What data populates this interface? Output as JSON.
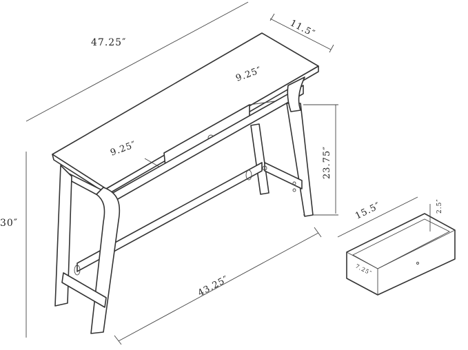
{
  "dimensions": {
    "overall_width": "47.25″",
    "overall_depth": "11.5″",
    "overall_height": "30″",
    "shelf_upper": "9.25″",
    "shelf_lower": "9.25″",
    "leg_clearance": "23.75″",
    "lower_span": "43.25″",
    "drawer_length": "15.5″",
    "drawer_depth": "2.5″",
    "drawer_width": "7.25″"
  },
  "colors": {
    "ink": "#333333",
    "background": "#ffffff"
  }
}
